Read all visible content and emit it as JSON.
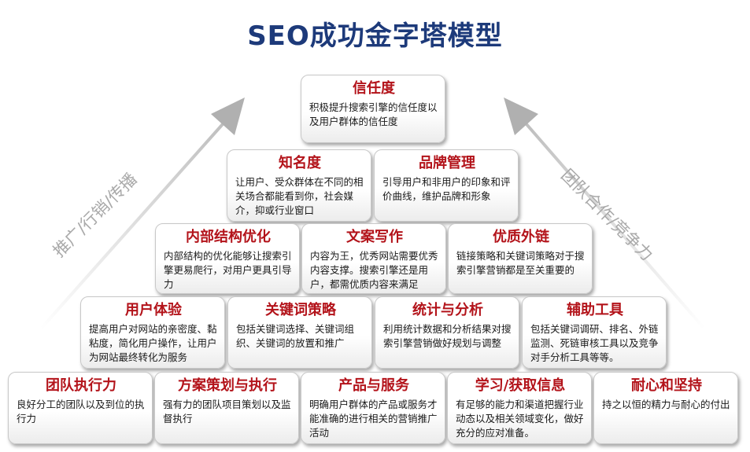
{
  "title": "SEO成功金字塔模型",
  "side_labels": {
    "left": "推广/行销/传播",
    "right": "团队合作/竞争力"
  },
  "levels": [
    [
      {
        "title": "信任度",
        "desc": "积极提升搜索引擎的信任度以及用户群体的信任度"
      }
    ],
    [
      {
        "title": "知名度",
        "desc": "让用户、受众群体在不同的相关场合都能看到你，社会媒介，抑或行业窗口"
      },
      {
        "title": "品牌管理",
        "desc": "引导用户和非用户的印象和评价曲线，维护品牌和形象"
      }
    ],
    [
      {
        "title": "内部结构优化",
        "desc": "内部结构的优化能够让搜索引擎更易爬行，对用户更具引导力"
      },
      {
        "title": "文案写作",
        "desc": "内容为王，优秀网站需要优秀内容支撑。搜索引擎还是用户，都需优质内容来满足"
      },
      {
        "title": "优质外链",
        "desc": "链接策略和关键词策略对于搜索引擎营销都是至关重要的"
      }
    ],
    [
      {
        "title": "用户体验",
        "desc": "提高用户对网站的亲密度、黏粘度，简化用户操作，让用户为网站最终转化为服务"
      },
      {
        "title": "关键词策略",
        "desc": "包括关键词选择、关键词组织、关键词的放置和推广"
      },
      {
        "title": "统计与分析",
        "desc": "利用统计数据和分析结果对搜索引擎营销做好规划与调整"
      },
      {
        "title": "辅助工具",
        "desc": "包括关键词调研、排名、外链监测、死链审核工具以及竞争对手分析工具等等。"
      }
    ],
    [
      {
        "title": "团队执行力",
        "desc": "良好分工的团队以及到位的执行力"
      },
      {
        "title": "方案策划与执行",
        "desc": "强有力的团队项目策划以及监督执行"
      },
      {
        "title": "产品与服务",
        "desc": "明确用户群体的产品或服务才能准确的进行相关的营销推广活动"
      },
      {
        "title": "学习/获取信息",
        "desc": "有足够的能力和渠道把握行业动态以及相关领域变化，做好充分的应对准备。"
      },
      {
        "title": "耐心和坚持",
        "desc": "持之以恒的精力与耐心的付出"
      }
    ]
  ]
}
